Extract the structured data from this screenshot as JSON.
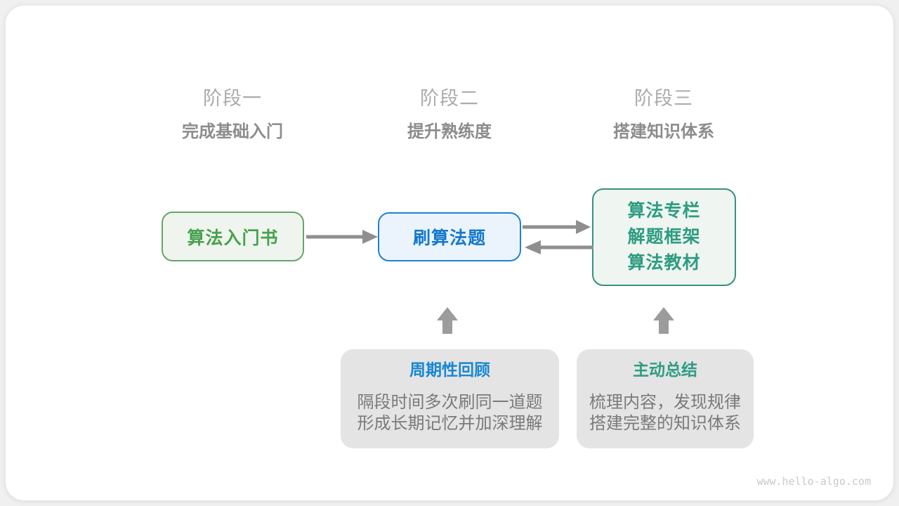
{
  "canvas": {
    "watermark": "www.hello-algo.com"
  },
  "stage_headers": [
    {
      "label": "阶段一",
      "subtitle": "完成基础入门"
    },
    {
      "label": "阶段二",
      "subtitle": "提升熟练度"
    },
    {
      "label": "阶段三",
      "subtitle": "搭建知识体系"
    }
  ],
  "flow_nodes": [
    {
      "title": "算法入门书",
      "text_color": "#47A14E",
      "border_color": "#67A567",
      "fill_color": "#EFF5EE"
    },
    {
      "title": "刷算法题",
      "text_color": "#1478CE",
      "border_color": "#1E82D2",
      "fill_color": "#EBF4FC"
    },
    {
      "lines": [
        "算法专栏",
        "解题框架",
        "算法教材"
      ],
      "text_color": "#2E9C81",
      "border_color": "#38907E",
      "fill_color": "#EFF5F1"
    }
  ],
  "callouts": [
    {
      "title": "周期性回顾",
      "title_color": "#1787D3",
      "body_lines": [
        "隔段时间多次刷同一道题",
        "形成长期记忆并加深理解"
      ]
    },
    {
      "title": "主动总结",
      "title_color": "#2E9C85",
      "body_lines": [
        "梳理内容，发现规律",
        "搭建完整的知识体系"
      ]
    }
  ],
  "colors": {
    "page_bg": "#F0F0F0",
    "card_bg": "#FFFFFF",
    "stage_label": "#ABABAB",
    "stage_subtitle": "#8C8C8C",
    "callout_bg": "#E4E4E4",
    "callout_body_text": "#7A7A7A",
    "arrow_horizontal": "#8F8F8F",
    "arrow_up_block": "#9C9C9C",
    "watermark": "#C9C9C9"
  }
}
